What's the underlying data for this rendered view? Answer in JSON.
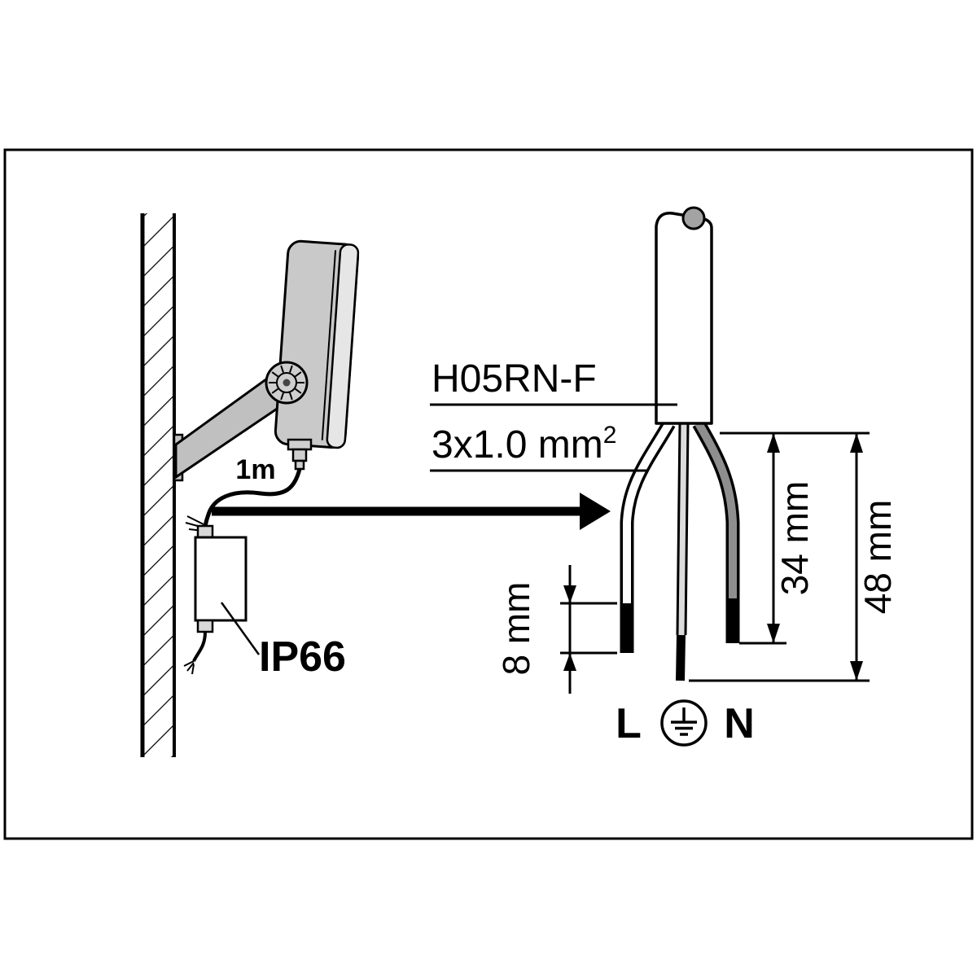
{
  "labels": {
    "cable_length": "1m",
    "ingress_protection": "IP66",
    "cable_type": "H05RN-F",
    "cable_spec": "3x1.0 mm",
    "cable_spec_sup": "2",
    "strip_length": "8 mm",
    "outer_wire_length": "34 mm",
    "earth_wire_length": "48 mm",
    "terminal_live": "L",
    "terminal_neutral": "N"
  },
  "icons": {
    "earth": "earth-ground-icon",
    "flow_arrow": "arrow-right-icon"
  },
  "colors": {
    "line": "#000000",
    "background": "#ffffff",
    "metal_gray": "#c9c9c9",
    "bezel_gray": "#e6e6e6",
    "wire_gray": "#8e8e8e",
    "earth_wire_gray": "#dcdcdc",
    "cable_core_gray": "#a3a3a3"
  }
}
